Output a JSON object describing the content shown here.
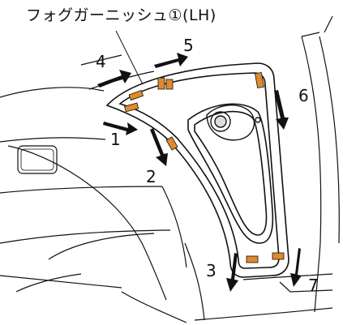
{
  "diagram": {
    "title": "フォグガーニッシュ①(LH)",
    "callouts": [
      {
        "id": "1",
        "label": "1"
      },
      {
        "id": "2",
        "label": "2"
      },
      {
        "id": "3",
        "label": "3"
      },
      {
        "id": "4",
        "label": "4"
      },
      {
        "id": "5",
        "label": "5"
      },
      {
        "id": "6",
        "label": "6"
      },
      {
        "id": "7",
        "label": "7"
      }
    ]
  },
  "colors": {
    "line": "#111111",
    "clip": "#e08a2c",
    "arrow": "#111111",
    "background": "#ffffff"
  }
}
